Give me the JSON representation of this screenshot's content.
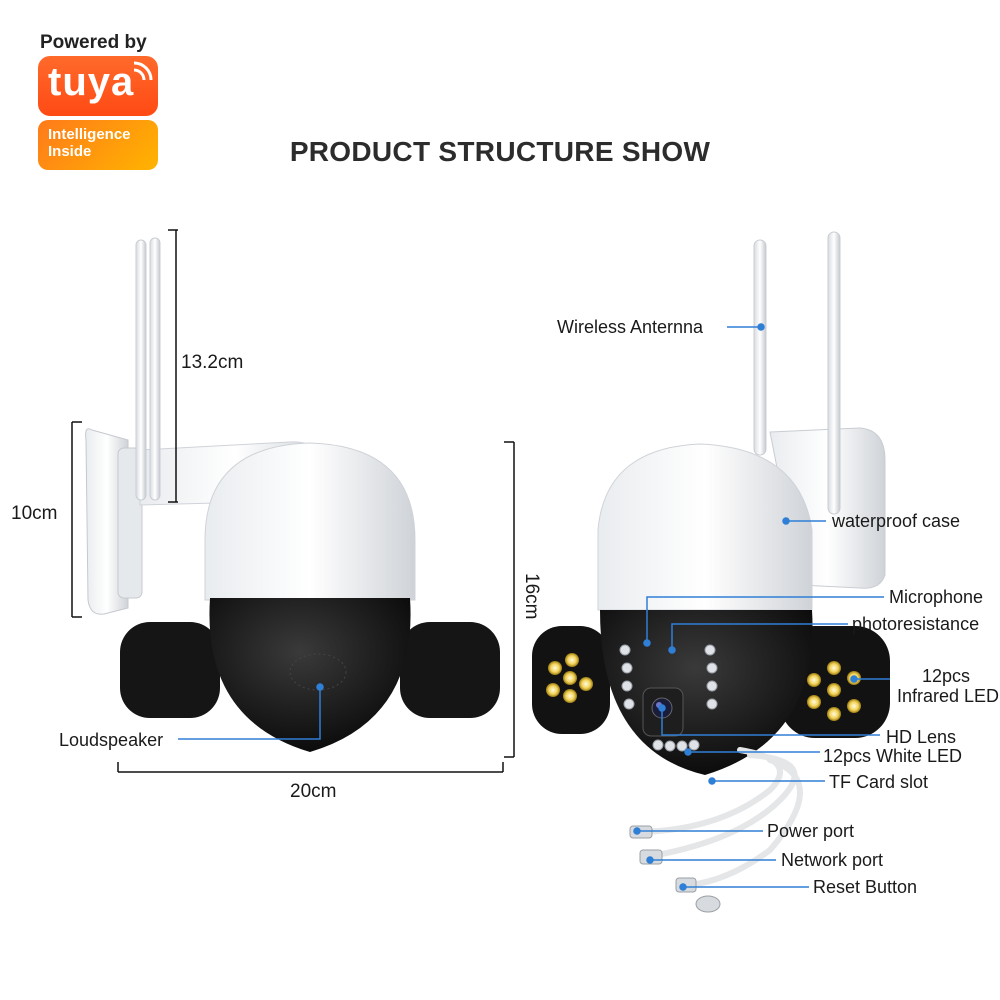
{
  "brand": {
    "powered_by": "Powered by",
    "logo_word": "tuya",
    "badge_line1": "Intelligence",
    "badge_line2": "Inside",
    "colors": {
      "logo": "#ff4a14",
      "badge": "#ff9a0a"
    }
  },
  "title": "PRODUCT STRUCTURE SHOW",
  "dimensions": {
    "antenna_height": "13.2cm",
    "mount_height": "10cm",
    "body_height": "16cm",
    "width": "20cm"
  },
  "left_labels": {
    "loudspeaker": "Loudspeaker"
  },
  "right_labels": {
    "antenna": "Wireless Anternna",
    "case": "waterproof case",
    "microphone": "Microphone",
    "photoresistance": "photoresistance",
    "infrared_line1": "12pcs",
    "infrared_line2": "Infrared LED",
    "lens": "HD Lens",
    "white_led": "12pcs White LED",
    "tf_slot": "TF Card slot",
    "power": "Power port",
    "network": "Network port",
    "reset": "Reset Button"
  },
  "colors": {
    "callout": "#2f7fd6",
    "dimension": "#111111"
  }
}
